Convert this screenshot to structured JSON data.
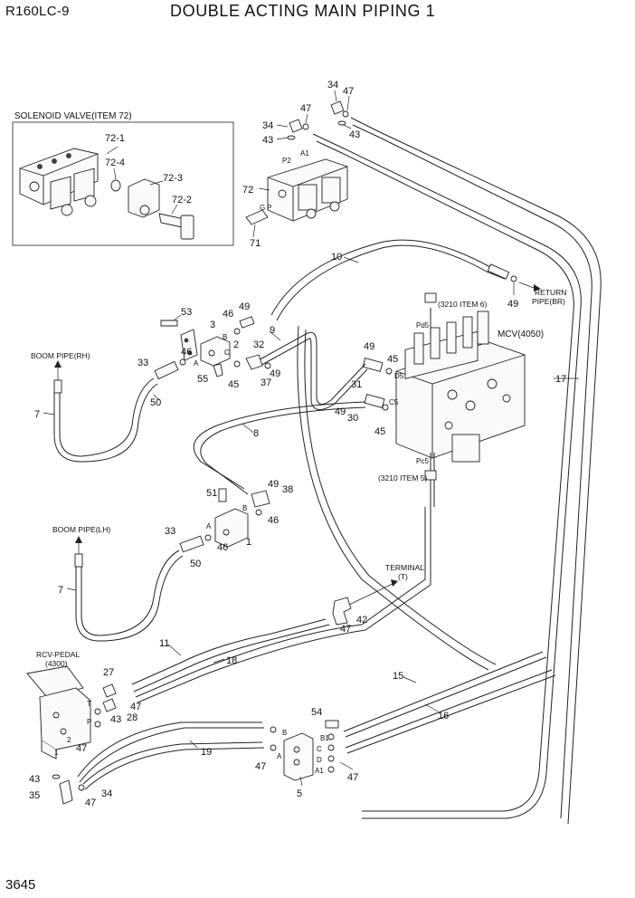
{
  "header": {
    "model": "R160LC-9",
    "title": "DOUBLE ACTING MAIN PIPING 1"
  },
  "footer": {
    "page_number": "3645"
  },
  "inset": {
    "title": "SOLENOID VALVE(ITEM 72)",
    "parts": [
      "72-1",
      "72-4",
      "72-3",
      "72-2"
    ]
  },
  "labels": {
    "boom_rh": "BOOM PIPE(RH)",
    "boom_lh": "BOOM PIPE(LH)",
    "return_1": "RETURN",
    "return_2": "PIPE(BR)",
    "mcv": "MCV(4050)",
    "item6": "(3210 ITEM 6)",
    "item5": "(3210 ITEM 5)",
    "terminal_1": "TERMINAL",
    "terminal_2": "(T)",
    "rcv_1": "RCV-PEDAL",
    "rcv_2": "(4300)"
  },
  "ports": {
    "p2": "P2",
    "a1": "A1",
    "g": "G",
    "p": "P",
    "pd5": "Pd5",
    "pc5": "Pc5",
    "d5": "D5",
    "c5": "C5",
    "b_top": "B",
    "a_top": "A",
    "c_top": "C",
    "a_mid": "A",
    "b_mid": "B",
    "t": "T",
    "p_rcv": "P",
    "one": "1",
    "two": "2",
    "b_term": "B",
    "a_term": "A",
    "b1": "B1",
    "c": "C",
    "d": "D",
    "a1_term": "A1"
  },
  "callouts": {
    "c34a": "34",
    "c47a": "47",
    "c47b": "47",
    "c34b": "34",
    "c43a": "43",
    "c43b": "43",
    "c72": "72",
    "c71": "71",
    "c10": "10",
    "c49a": "49",
    "c53": "53",
    "c3": "3",
    "c46a": "46",
    "c49b": "49",
    "c2": "2",
    "c32": "32",
    "c9": "9",
    "c33a": "33",
    "c46b": "46",
    "c55": "55",
    "c45a": "45",
    "c37": "37",
    "c49c": "49",
    "c50a": "50",
    "c7a": "7",
    "c49d": "49",
    "c45b": "45",
    "c31": "31",
    "c49e": "49",
    "c30": "30",
    "c45c": "45",
    "c17": "17",
    "c8": "8",
    "c51": "51",
    "c49f": "49",
    "c38": "38",
    "c46c": "46",
    "c33b": "33",
    "c46d": "46",
    "c1": "1",
    "c50b": "50",
    "c7b": "7",
    "c42": "42",
    "c47c": "47",
    "c11": "11",
    "c18": "18",
    "c27": "27",
    "c47d": "47",
    "c43c": "43",
    "c28": "28",
    "c47e": "47",
    "c15": "15",
    "c16": "16",
    "c54": "54",
    "c19": "19",
    "c47f": "47",
    "c47g": "47",
    "c5": "5",
    "c43d": "43",
    "c35": "35",
    "c47h": "47",
    "c34c": "34"
  }
}
